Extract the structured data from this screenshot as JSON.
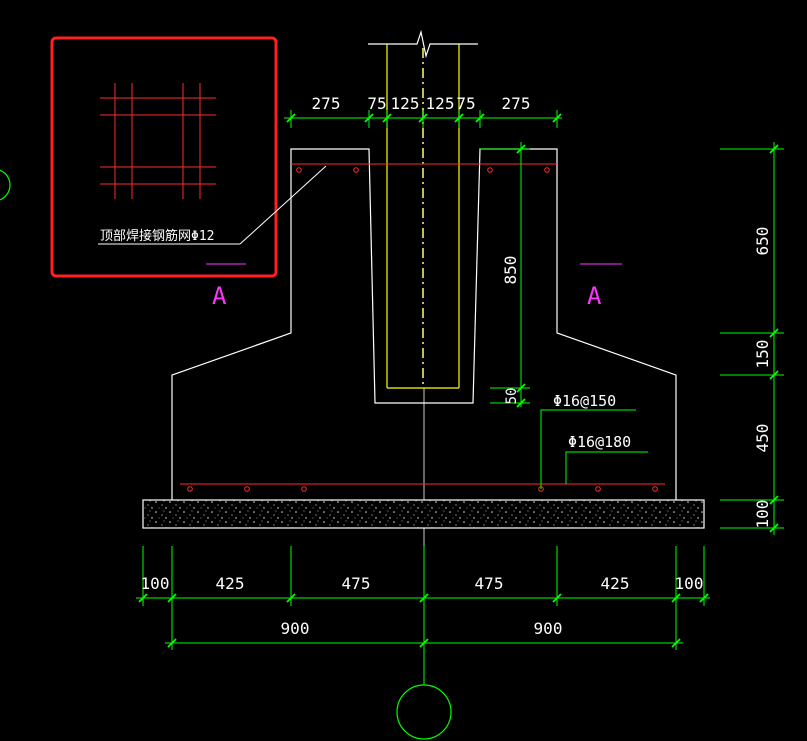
{
  "colors": {
    "background": "#000000",
    "dimension": "#00ff00",
    "outline": "#ffffff",
    "column": "#ffff00",
    "rebar": "#ff2a2a",
    "section_mark": "#ff33ff",
    "detail_box": "#ff2020",
    "dim_text": "#ffffff"
  },
  "labels": {
    "mesh_note": "顶部焊接钢筋网Φ12",
    "section_left": "A",
    "section_right": "A",
    "rebar_upper": "Φ16@150",
    "rebar_lower": "Φ16@180"
  },
  "dims": {
    "top": [
      "275",
      "75",
      "125",
      "125",
      "75",
      "275"
    ],
    "right": [
      "650",
      "150",
      "450",
      "100"
    ],
    "pocket_depth": "850",
    "pocket_bottom": "50",
    "bottom_row1": [
      "100",
      "425",
      "475",
      "475",
      "425",
      "100"
    ],
    "bottom_row2": [
      "900",
      "900"
    ]
  }
}
